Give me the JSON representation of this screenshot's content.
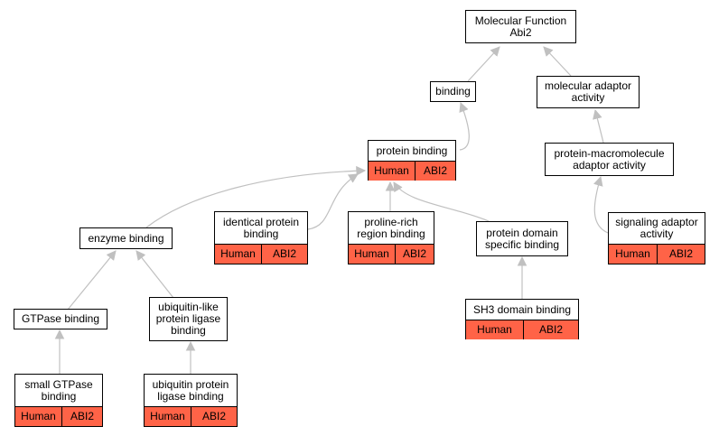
{
  "colors": {
    "annotation_fill": "#ff6347",
    "edge": "#c0c0c0",
    "border": "#000000"
  },
  "nodes": {
    "root": {
      "label": "Molecular Function\nAbi2"
    },
    "binding": {
      "label": "binding"
    },
    "molecular_adaptor": {
      "label": "molecular adaptor\nactivity"
    },
    "protein_binding": {
      "label": "protein binding",
      "species": "Human",
      "gene": "ABI2"
    },
    "protein_macromolecule_adaptor": {
      "label": "protein-macromolecule\nadaptor activity"
    },
    "enzyme_binding": {
      "label": "enzyme binding"
    },
    "identical_protein_binding": {
      "label": "identical protein\nbinding",
      "species": "Human",
      "gene": "ABI2"
    },
    "proline_rich_region_binding": {
      "label": "proline-rich\nregion binding",
      "species": "Human",
      "gene": "ABI2"
    },
    "protein_domain_specific_binding": {
      "label": "protein domain\nspecific binding"
    },
    "signaling_adaptor": {
      "label": "signaling adaptor\nactivity",
      "species": "Human",
      "gene": "ABI2"
    },
    "gtpase_binding": {
      "label": "GTPase binding"
    },
    "ubiquitin_like_ligase_binding": {
      "label": "ubiquitin-like\nprotein ligase\nbinding"
    },
    "sh3_domain_binding": {
      "label": "SH3 domain binding",
      "species": "Human",
      "gene": "ABI2"
    },
    "small_gtpase_binding": {
      "label": "small GTPase\nbinding",
      "species": "Human",
      "gene": "ABI2"
    },
    "ubiquitin_ligase_binding": {
      "label": "ubiquitin protein\nligase binding",
      "species": "Human",
      "gene": "ABI2"
    }
  }
}
